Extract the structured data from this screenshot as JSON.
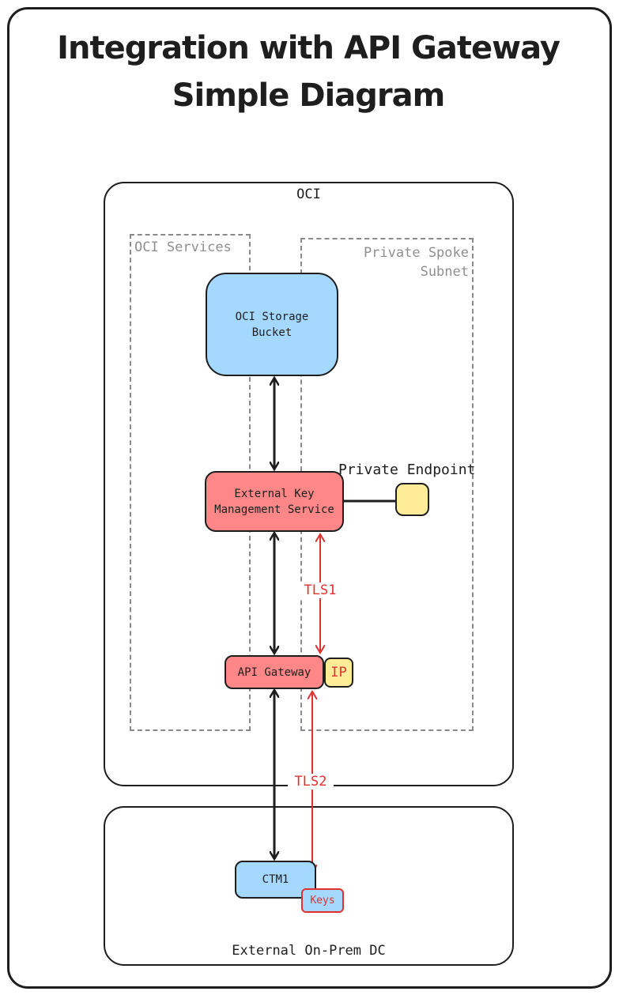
{
  "title": {
    "line1": "Integration with API Gateway",
    "line2": "Simple Diagram"
  },
  "zones": {
    "oci": "OCI",
    "oci_services": "OCI Services",
    "private_spoke_subnet": "Private Spoke Subnet",
    "on_prem": "External On-Prem DC"
  },
  "nodes": {
    "storage_bucket": "OCI Storage Bucket",
    "ekms": "External Key Management Service",
    "api_gateway": "API Gateway",
    "ip": "IP",
    "private_endpoint": "Private Endpoint",
    "ctm1": "CTM1",
    "keys": "Keys"
  },
  "connections": {
    "tls1": "TLS1",
    "tls2": "TLS2"
  },
  "colors": {
    "blue_fill": "#a5d8ff",
    "red_fill": "#ff8787",
    "yellow_fill": "#ffec99",
    "tls_line": "#e03131"
  }
}
